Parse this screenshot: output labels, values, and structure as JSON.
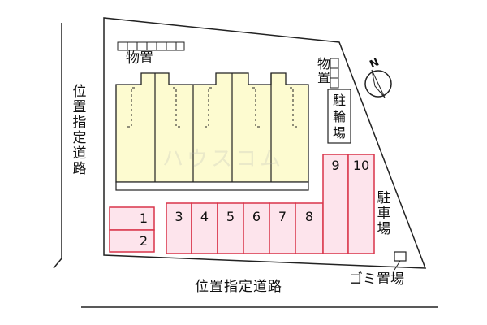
{
  "labels": {
    "road_left": "位置指定道路",
    "road_bottom": "位置指定道路",
    "storage_top": "物置",
    "storage_right": "物置",
    "bicycle_parking": "駐輪場",
    "car_parking": "駐車場",
    "garbage": "ゴミ置場",
    "north": "N",
    "watermark": "ハウスコム"
  },
  "parking_spaces": [
    "1",
    "2",
    "3",
    "4",
    "5",
    "6",
    "7",
    "8",
    "9",
    "10"
  ],
  "colors": {
    "building_fill": "#fdfbd0",
    "parking_fill": "#fde4ec",
    "parking_stroke": "#d9344a",
    "line": "#222222"
  },
  "icons": [
    "north-arrow-icon"
  ]
}
